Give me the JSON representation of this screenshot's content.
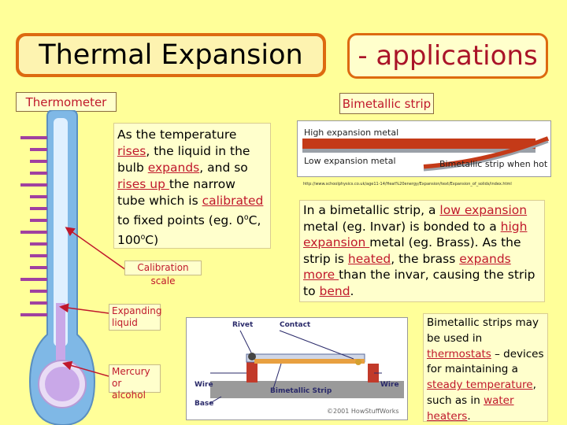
{
  "title": "Thermal Expansion",
  "subtitle": "- applications",
  "thermometer_label": "Thermometer",
  "bimetal_label": "Bimetallic strip",
  "thermo_text": {
    "p1": "As the temperature ",
    "u1": "rises",
    "p2": ", the liquid in the bulb ",
    "u2": "expands",
    "p3": ", and so ",
    "u3": "rises up ",
    "p4": "the narrow tube which is ",
    "u4": "calibrated",
    "p5": " to fixed points (eg. 0",
    "deg1": "o",
    "p6": "C, 100",
    "deg2": "o",
    "p7": "C)"
  },
  "callouts": {
    "calibration": "Calibration scale",
    "expanding": "Expanding liquid",
    "mercury": "Mercury or alcohol"
  },
  "strip_image": {
    "high": "High expansion metal",
    "low": "Low expansion metal",
    "hot": "Bimetallic strip when hot",
    "url": "http://www.schoolphysics.co.uk/age11-14/Heat%20energy/Expansion/text/Expansion_of_solids/index.html"
  },
  "bimetal_text": {
    "p1": "In a bimetallic strip, a ",
    "u1": "low expansion ",
    "p2": "metal (eg. Invar) is bonded to a ",
    "u2": "high expansion ",
    "p3": "metal (eg. Brass).  As the strip is ",
    "u3": "heated",
    "p4": ", the brass ",
    "u4": "expands more ",
    "p5": "than the invar, causing the strip to ",
    "u5": "bend",
    "p6": "."
  },
  "diagram": {
    "rivet": "Rivet",
    "contact": "Contact",
    "wire1": "Wire",
    "wire2": "Wire",
    "strip": "Bimetallic Strip",
    "base": "Base",
    "copyright": "©2001 HowStuffWorks"
  },
  "uses_text": {
    "p1": "Bimetallic strips may be used in ",
    "u1": "thermostats",
    "p2": " – devices for maintaining a ",
    "u2": "steady temperature",
    "p3": ", such as in ",
    "u3": "water heaters",
    "p4": "."
  },
  "colors": {
    "accent": "#dd6a10",
    "red_text": "#c0182c",
    "background": "#ffff99"
  }
}
